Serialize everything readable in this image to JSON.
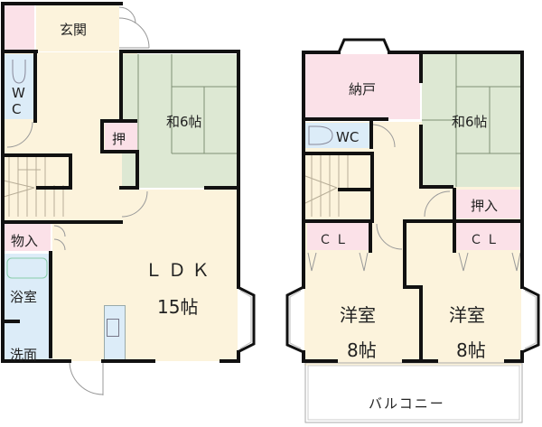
{
  "floor_plan": {
    "floor1": {
      "rooms": {
        "genkan": {
          "label": "玄関"
        },
        "wc": {
          "label": "WC",
          "label_line1": "W",
          "label_line2": "C"
        },
        "washitsu": {
          "label": "和6帖"
        },
        "oshi": {
          "label": "押"
        },
        "monoire": {
          "label": "物入"
        },
        "ldk": {
          "label_line1": "ＬＤＫ",
          "label_line2": "15帖"
        },
        "yokushitsu": {
          "label": "浴室"
        },
        "senmen": {
          "label": "洗面"
        }
      }
    },
    "floor2": {
      "rooms": {
        "nando": {
          "label": "納戸"
        },
        "washitsu": {
          "label": "和6帖"
        },
        "wc": {
          "label": "WC"
        },
        "oshiire": {
          "label": "押入"
        },
        "cl1": {
          "label": "ＣＬ"
        },
        "cl2": {
          "label": "ＣＬ"
        },
        "yoshitsu1": {
          "label_line1": "洋室",
          "label_line2": "8帖"
        },
        "yoshitsu2": {
          "label_line1": "洋室",
          "label_line2": "8帖"
        },
        "balcony": {
          "label": "バルコニー"
        }
      }
    },
    "colors": {
      "floor": "#fcf3dc",
      "tatami": "#dde8d3",
      "storage": "#fbe1e8",
      "wet_area": "#dcecf8",
      "wall": "#111111"
    }
  }
}
